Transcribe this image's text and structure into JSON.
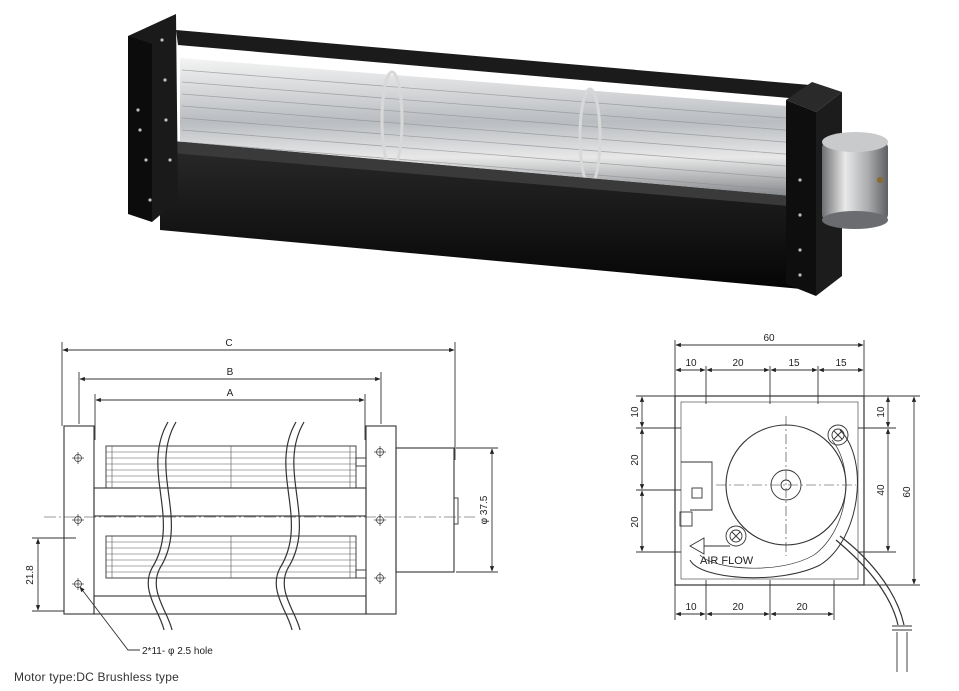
{
  "front_view": {
    "dim_c": "C",
    "dim_b": "B",
    "dim_a": "A",
    "motor_dia": "φ 37.5",
    "left_height": "21.8",
    "hole_note": "2*11- φ 2.5 hole"
  },
  "side_view": {
    "top_total": "60",
    "top_segments": [
      "10",
      "20",
      "15",
      "15"
    ],
    "left_segments": [
      "10",
      "20",
      "20"
    ],
    "right_small": "10",
    "right_mid": "40",
    "right_total": "60",
    "bottom_segments": [
      "10",
      "20",
      "20"
    ],
    "airflow_label": "AIR FLOW"
  },
  "caption": "Motor type:DC Brushless type"
}
